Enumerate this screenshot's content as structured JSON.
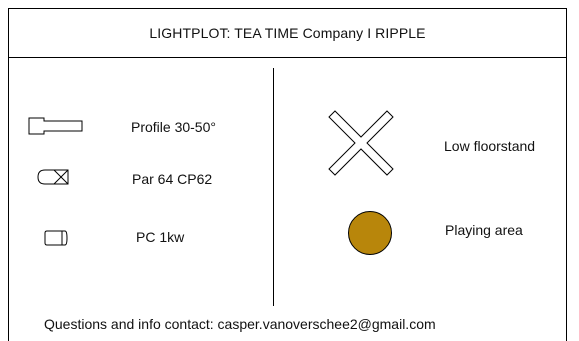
{
  "title": "LIGHTPLOT: TEA TIME Company I RIPPLE",
  "legend_left": [
    {
      "label": "Profile 30-50°",
      "icon": "profile-spot-icon"
    },
    {
      "label": "Par 64 CP62",
      "icon": "par-can-icon"
    },
    {
      "label": "PC 1kw",
      "icon": "pc-fresnel-icon"
    }
  ],
  "legend_right": [
    {
      "label": "Low floorstand",
      "icon": "floorstand-cross-icon"
    },
    {
      "label": "Playing area",
      "icon": "playing-area-circle-icon",
      "color": "#b8860b"
    }
  ],
  "footer": "Questions and info contact: casper.vanoverschee2@gmail.com"
}
